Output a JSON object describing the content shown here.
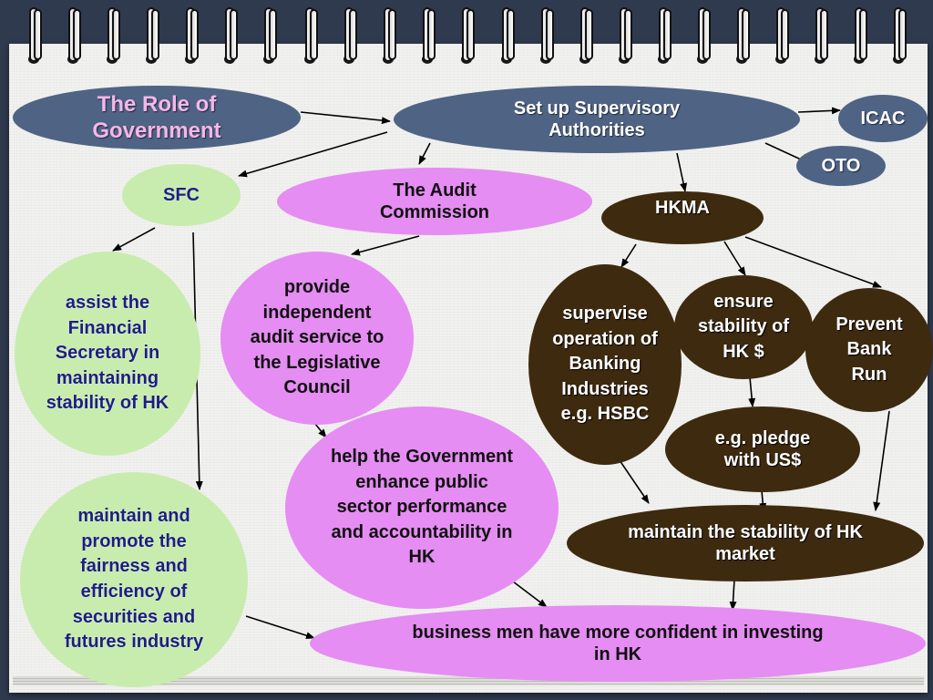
{
  "nodes": {
    "role": "The Role of Government",
    "supervisory": "Set up Supervisory Authorities",
    "icac": "ICAC",
    "oto": "OTO",
    "sfc": "SFC",
    "audit": "The Audit Commission",
    "hkma": "HKMA",
    "sfc_assist": "assist the Financial Secretary in maintaining stability of HK",
    "audit_service": "provide independent audit service to the Legislative Council",
    "supervise": "supervise operation of Banking Industries e.g. HSBC",
    "ensure": "ensure stability of HK $",
    "prevent": "Prevent Bank Run",
    "help_gov": "help the Government enhance public sector performance and accountability in HK",
    "pledge": "e.g. pledge with US$",
    "sfc_maintain": "maintain and promote the fairness and efficiency of securities and futures industry",
    "market": "maintain the stability of HK market",
    "confident": "business men have more confident in investing in HK"
  },
  "colors": {
    "slate": "#4f6384",
    "brown": "#3e2a0f",
    "violet": "#e58df2",
    "green": "#c8ecad",
    "title_pink": "#f6b6e9",
    "green_text": "#1d1d84"
  }
}
